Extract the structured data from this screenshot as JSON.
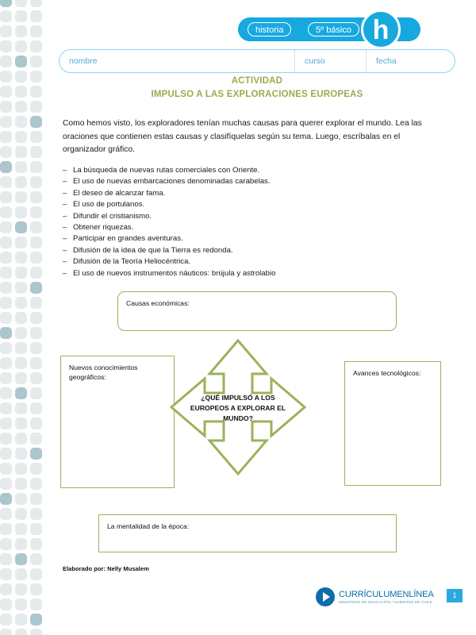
{
  "header": {
    "subject": "historia",
    "grade": "5º básico",
    "initial": "h"
  },
  "id_row": {
    "nombre": "nombre",
    "curso": "curso",
    "fecha": "fecha"
  },
  "titles": {
    "activity": "ACTIVIDAD",
    "subject": "IMPULSO A LAS EXPLORACIONES EUROPEAS"
  },
  "intro": "Como hemos visto, los exploradores tenían muchas causas para querer explorar el mundo. Lea las oraciones que contienen estas causas y clasifíquelas según su tema. Luego, escríbalas en el organizador gráfico.",
  "causes": [
    "La búsqueda de nuevas rutas comerciales con Oriente.",
    "El uso de nuevas embarcaciones denominadas carabelas.",
    "El deseo de alcanzar fama.",
    "El uso de portulanos.",
    "Difundir el cristianismo.",
    "Obtener riquezas.",
    "Participar en grandes aventuras.",
    "Difusión de la idea de que la Tierra es redonda.",
    "Difusión de la Teoría Heliocéntrica.",
    "El uso de nuevos instrumentos náuticos: brújula y astrolabio"
  ],
  "organizer": {
    "center_question": "¿QUÉ IMPULSÓ A LOS EUROPEOS A EXPLORAR EL MUNDO?",
    "economic": "Causas económicas:",
    "geographic": "Nuevos conocimientos geográficos:",
    "technological": "Avances tecnológicos:",
    "mentality": "La mentalidad de la época:"
  },
  "footer": {
    "author": "Elaborado por: Nelly Musalem",
    "logo_name": "CURRÍCULUMENLÍNEA",
    "logo_tagline": "MINISTERIO DE EDUCACIÓN / GOBIERNO DE CHILE",
    "page_number": "1"
  },
  "colors": {
    "brand_blue": "#17a8e0",
    "deep_blue": "#0b6ea8",
    "olive_green": "#9bb25b",
    "title_green": "#9aab52",
    "deco_grey": "#dfe5e5",
    "deco_blue": "#a8c3ca"
  }
}
